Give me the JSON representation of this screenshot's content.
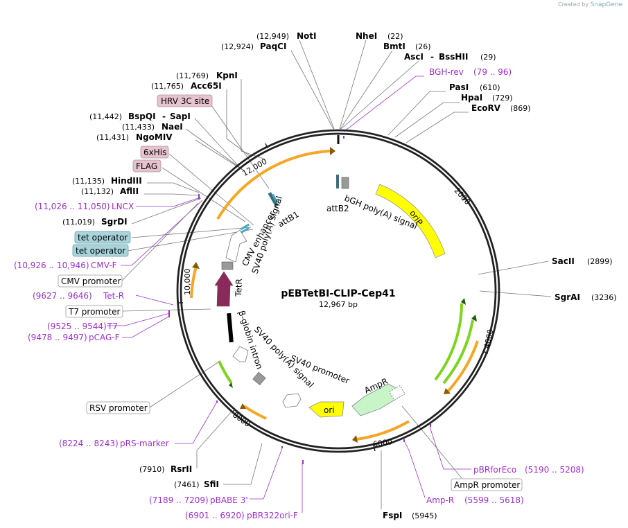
{
  "credit": {
    "prefix": "Created by",
    "brand": "SnapGene"
  },
  "plasmid": {
    "name": "pEBTetBI-CLIP-Cep41",
    "size": "12,967 bp"
  },
  "ticks": [
    "2000",
    "4000",
    "6000",
    "8000",
    "10,000",
    "12,000"
  ],
  "enzymes": [
    {
      "name": "NotI",
      "pos": "(12,949)"
    },
    {
      "name": "PaqCI",
      "pos": "(12,924)"
    },
    {
      "name": "NheI",
      "pos": "(22)"
    },
    {
      "name": "BmtI",
      "pos": "(26)"
    },
    {
      "name": "AscI",
      "pos": ""
    },
    {
      "name": "BssHII",
      "pos": "(29)"
    },
    {
      "name": "PasI",
      "pos": "(610)"
    },
    {
      "name": "HpaI",
      "pos": "(729)"
    },
    {
      "name": "EcoRV",
      "pos": "(869)"
    },
    {
      "name": "KpnI",
      "pos": "(11,769)"
    },
    {
      "name": "Acc65I",
      "pos": "(11,765)"
    },
    {
      "name": "BspQI",
      "pos": "(11,442)"
    },
    {
      "name": "SapI",
      "pos": ""
    },
    {
      "name": "NaeI",
      "pos": "(11,433)"
    },
    {
      "name": "NgoMIV",
      "pos": "(11,431)"
    },
    {
      "name": "HindIII",
      "pos": "(11,135)"
    },
    {
      "name": "AflII",
      "pos": "(11,132)"
    },
    {
      "name": "SgrDI",
      "pos": "(11,019)"
    },
    {
      "name": "SacII",
      "pos": "(2899)"
    },
    {
      "name": "SgrAI",
      "pos": "(3236)"
    },
    {
      "name": "RsrII",
      "pos": "(7910)"
    },
    {
      "name": "SfiI",
      "pos": "(7461)"
    },
    {
      "name": "FspI",
      "pos": "(5945)"
    }
  ],
  "primers": [
    {
      "name": "BGH-rev",
      "range": "(79 .. 96)"
    },
    {
      "name": "LNCX",
      "range": "(11,026 .. 11,050)"
    },
    {
      "name": "CMV-F",
      "range": "(10,926 .. 10,946)"
    },
    {
      "name": "Tet-R",
      "range": "(9627 .. 9646)"
    },
    {
      "name": "T7",
      "range": "(9525 .. 9544)"
    },
    {
      "name": "pCAG-F",
      "range": "(9478 .. 9497)"
    },
    {
      "name": "pRS-marker",
      "range": "(8224 .. 8243)"
    },
    {
      "name": "pBABE 3'",
      "range": "(7189 .. 7209)"
    },
    {
      "name": "pBR322ori-F",
      "range": "(6901 .. 6920)"
    },
    {
      "name": "pBRforEco",
      "range": "(5190 .. 5208)"
    },
    {
      "name": "Amp-R",
      "range": "(5599 .. 5618)"
    }
  ],
  "boxed_labels": [
    {
      "text": "HRV 3C site",
      "style": "pink"
    },
    {
      "text": "6xHis",
      "style": "pink"
    },
    {
      "text": "FLAG",
      "style": "pink"
    },
    {
      "text": "tet operator",
      "style": "blue"
    },
    {
      "text": "tet operator",
      "style": "blue"
    },
    {
      "text": "CMV promoter",
      "style": "white"
    },
    {
      "text": "T7 promoter",
      "style": "white"
    },
    {
      "text": "RSV promoter",
      "style": "white"
    },
    {
      "text": "AmpR promoter",
      "style": "white"
    }
  ],
  "features": [
    {
      "text": "attB2"
    },
    {
      "text": "bGH poly(A) signal"
    },
    {
      "text": "oriP"
    },
    {
      "text": "attB1"
    },
    {
      "text": "CMV enhancer"
    },
    {
      "text": "SV40 poly(A) signal"
    },
    {
      "text": "TetR"
    },
    {
      "text": "β-globin intron"
    },
    {
      "text": "SV40 poly(A) signal"
    },
    {
      "text": "SV40 promoter"
    },
    {
      "text": "AmpR"
    },
    {
      "text": "ori"
    }
  ],
  "colors": {
    "primer": "#9b30c9",
    "oriP": "#ffff00",
    "ori": "#ffff00",
    "ampR": "#c8f5c8",
    "tetR": "#8b2a5a",
    "orange_arc": "#f5a623",
    "green_arc": "#7ed321",
    "pink_box": "#e6c3cf",
    "blue_box": "#a8d4dc"
  }
}
